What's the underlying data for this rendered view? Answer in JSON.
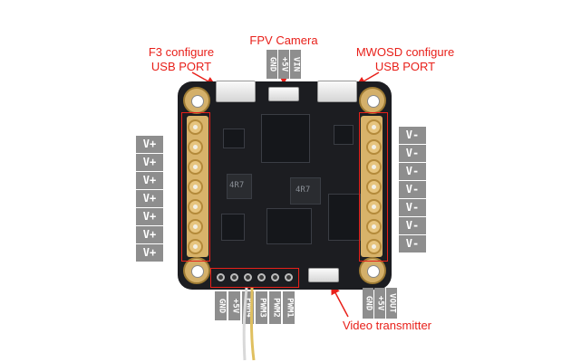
{
  "callouts": {
    "f3_line1": "F3 configure",
    "f3_line2": "USB PORT",
    "camera": "FPV Camera",
    "mwosd_line1": "MWOSD configure",
    "mwosd_line2": "USB PORT",
    "video_tx": "Video transmitter"
  },
  "camera_pins": [
    "GND",
    "+5V",
    "VIN"
  ],
  "left_pads": [
    "V+",
    "V+",
    "V+",
    "V+",
    "V+",
    "V+",
    "V+"
  ],
  "right_pads": [
    "V-",
    "V-",
    "V-",
    "V-",
    "V-",
    "V-",
    "V-"
  ],
  "bottom_pins": [
    "GND",
    "+5V",
    "PWM4",
    "PWM3",
    "PWM2",
    "PWM1"
  ],
  "vtx_pins": [
    "GND",
    "+5V",
    "VOUT"
  ],
  "chip_markings": [
    "4R7",
    "4R7"
  ],
  "colors": {
    "callout_red": "#e8201a",
    "label_gray": "#8e8e8e",
    "board_black": "#1c1d21",
    "pad_gold": "#e6c47e"
  }
}
